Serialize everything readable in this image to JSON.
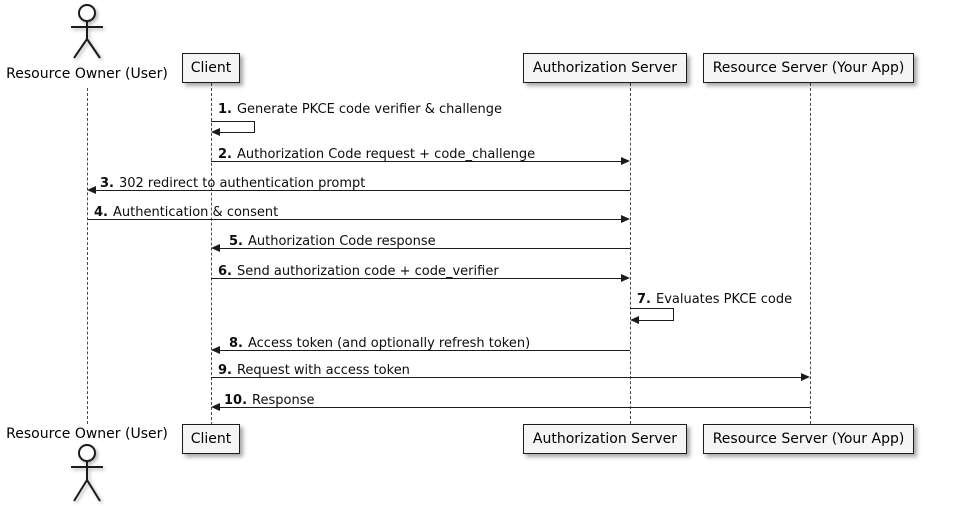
{
  "diagram": {
    "type": "sequence",
    "participants": [
      {
        "name": "Resource Owner (User)",
        "kind": "actor"
      },
      {
        "name": "Client",
        "kind": "participant"
      },
      {
        "name": "Authorization Server",
        "kind": "participant"
      },
      {
        "name": "Resource Server (Your App)",
        "kind": "participant"
      }
    ],
    "messages": [
      {
        "num": "1.",
        "text": "Generate PKCE code verifier & challenge",
        "from": "Client",
        "to": "Client"
      },
      {
        "num": "2.",
        "text": "Authorization Code request + code_challenge",
        "from": "Client",
        "to": "Authorization Server"
      },
      {
        "num": "3.",
        "text": "302 redirect to authentication prompt",
        "from": "Authorization Server",
        "to": "Resource Owner (User)"
      },
      {
        "num": "4.",
        "text": "Authentication & consent",
        "from": "Resource Owner (User)",
        "to": "Authorization Server"
      },
      {
        "num": "5.",
        "text": "Authorization Code response",
        "from": "Authorization Server",
        "to": "Client"
      },
      {
        "num": "6.",
        "text": "Send authorization code + code_verifier",
        "from": "Client",
        "to": "Authorization Server"
      },
      {
        "num": "7.",
        "text": "Evaluates PKCE code",
        "from": "Authorization Server",
        "to": "Authorization Server"
      },
      {
        "num": "8.",
        "text": "Access token (and optionally refresh token)",
        "from": "Authorization Server",
        "to": "Client"
      },
      {
        "num": "9.",
        "text": "Request with access token",
        "from": "Client",
        "to": "Resource Server (Your App)"
      },
      {
        "num": "10.",
        "text": "Response",
        "from": "Resource Server (Your App)",
        "to": "Client"
      }
    ],
    "colors": {
      "background": "#ffffff",
      "line": "#1b1b1b",
      "participant_fill": "#f5f5f5",
      "participant_border": "#1b1b1b",
      "lifeline": "#4a4a4a",
      "text": "#000000"
    }
  }
}
